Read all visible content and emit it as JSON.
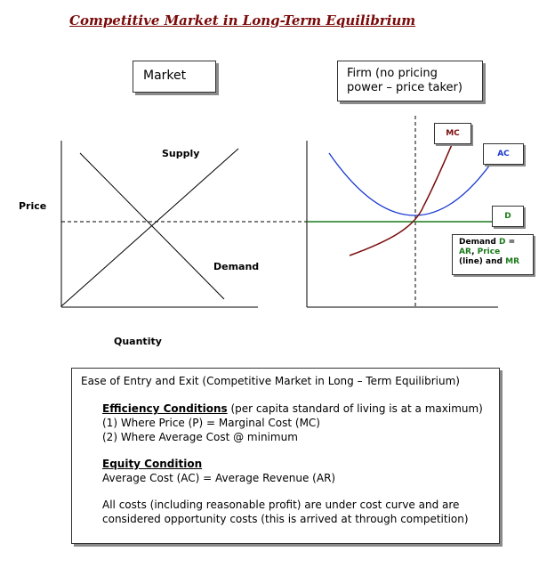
{
  "title": "Competitive Market in Long-Term Equilibrium",
  "market_box": "Market",
  "firm_box": [
    "Firm (no pricing",
    "power – price taker)"
  ],
  "market_chart": {
    "y_label": "Price",
    "x_label": "Quantity",
    "supply_label": "Supply",
    "demand_label": "Demand"
  },
  "firm_chart": {
    "mc_label": "MC",
    "ac_label": "AC",
    "d_label": "D",
    "demand_note": {
      "part1": "Demand ",
      "d": "D",
      "part2": " =",
      "ar": "AR",
      "comma": ", ",
      "price": "Price",
      "part3": "(line) and ",
      "mr": "MR"
    }
  },
  "info": {
    "heading": "Ease of Entry and Exit (Competitive Market in Long – Term Equilibrium)",
    "efficiency_title": "Efficiency Conditions",
    "efficiency_rest": " (per capita standard of living is at a maximum)",
    "cond1": "(1) Where Price (P) = Marginal Cost (MC)",
    "cond2": "(2) Where Average Cost @ minimum",
    "equity_title": "Equity Condition",
    "equity_text": "Average Cost (AC) = Average Revenue (AR)",
    "costs_line1": "All costs (including reasonable profit) are under cost curve and are",
    "costs_line2": "considered opportunity costs (this is arrived at through competition)"
  },
  "colors": {
    "title": "#7a0a0a",
    "mc": "#7a0a0a",
    "ac": "#1a3ad0",
    "demand_line": "#1a7a1a"
  }
}
